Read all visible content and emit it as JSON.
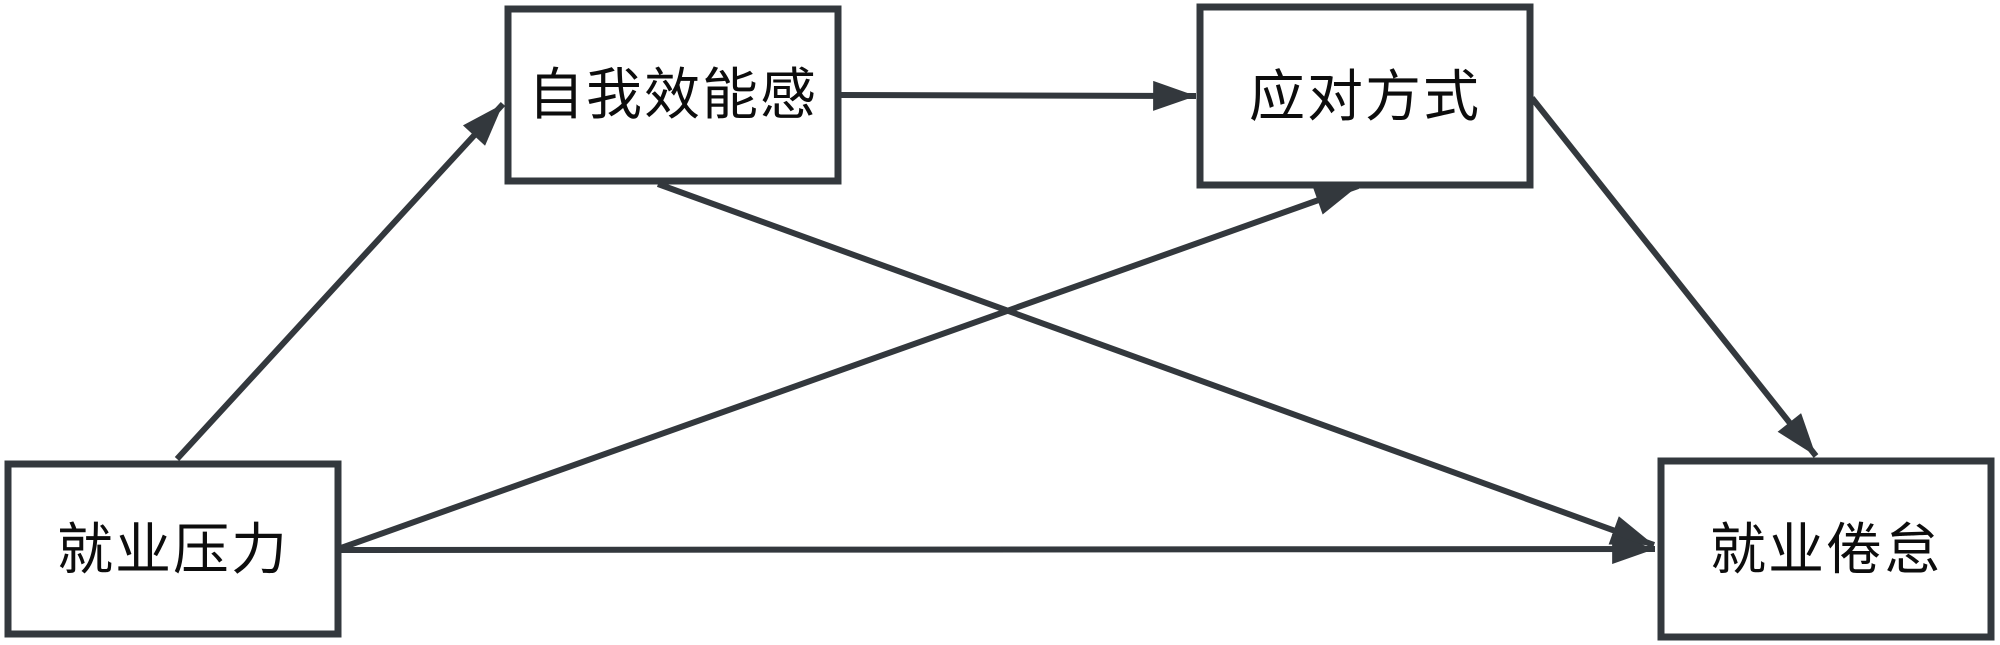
{
  "diagram": {
    "kind": "path-model",
    "colors": {
      "line": "#33383d",
      "box_border": "#33383d",
      "box_fill": "#ffffff",
      "text": "#0d0d0d",
      "background": "#ffffff"
    },
    "nodes": [
      {
        "id": "self-efficacy",
        "label": "自我效能感"
      },
      {
        "id": "coping-style",
        "label": "应对方式"
      },
      {
        "id": "employment-pressure",
        "label": "就业压力"
      },
      {
        "id": "employment-burnout",
        "label": "就业倦怠"
      }
    ],
    "edges": [
      {
        "from": "就业压力",
        "to": "自我效能感"
      },
      {
        "from": "自我效能感",
        "to": "应对方式"
      },
      {
        "from": "就业压力",
        "to": "应对方式"
      },
      {
        "from": "自我效能感",
        "to": "就业倦怠"
      },
      {
        "from": "应对方式",
        "to": "就业倦怠"
      },
      {
        "from": "就业压力",
        "to": "就业倦怠"
      }
    ]
  }
}
